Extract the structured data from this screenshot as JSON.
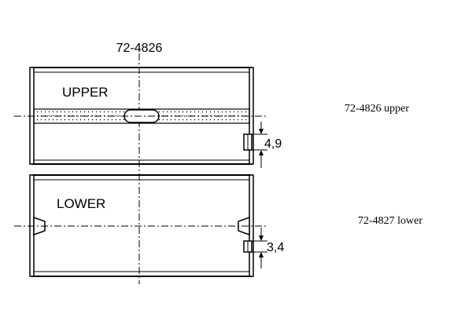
{
  "header": {
    "part_number": "72-4826"
  },
  "upper": {
    "label": "UPPER",
    "dimension": "4,9",
    "caption": "72-4826 upper"
  },
  "lower": {
    "label": "LOWER",
    "dimension": "3,4",
    "caption": "72-4827 lower"
  },
  "colors": {
    "line": "#000000",
    "background": "#ffffff"
  }
}
